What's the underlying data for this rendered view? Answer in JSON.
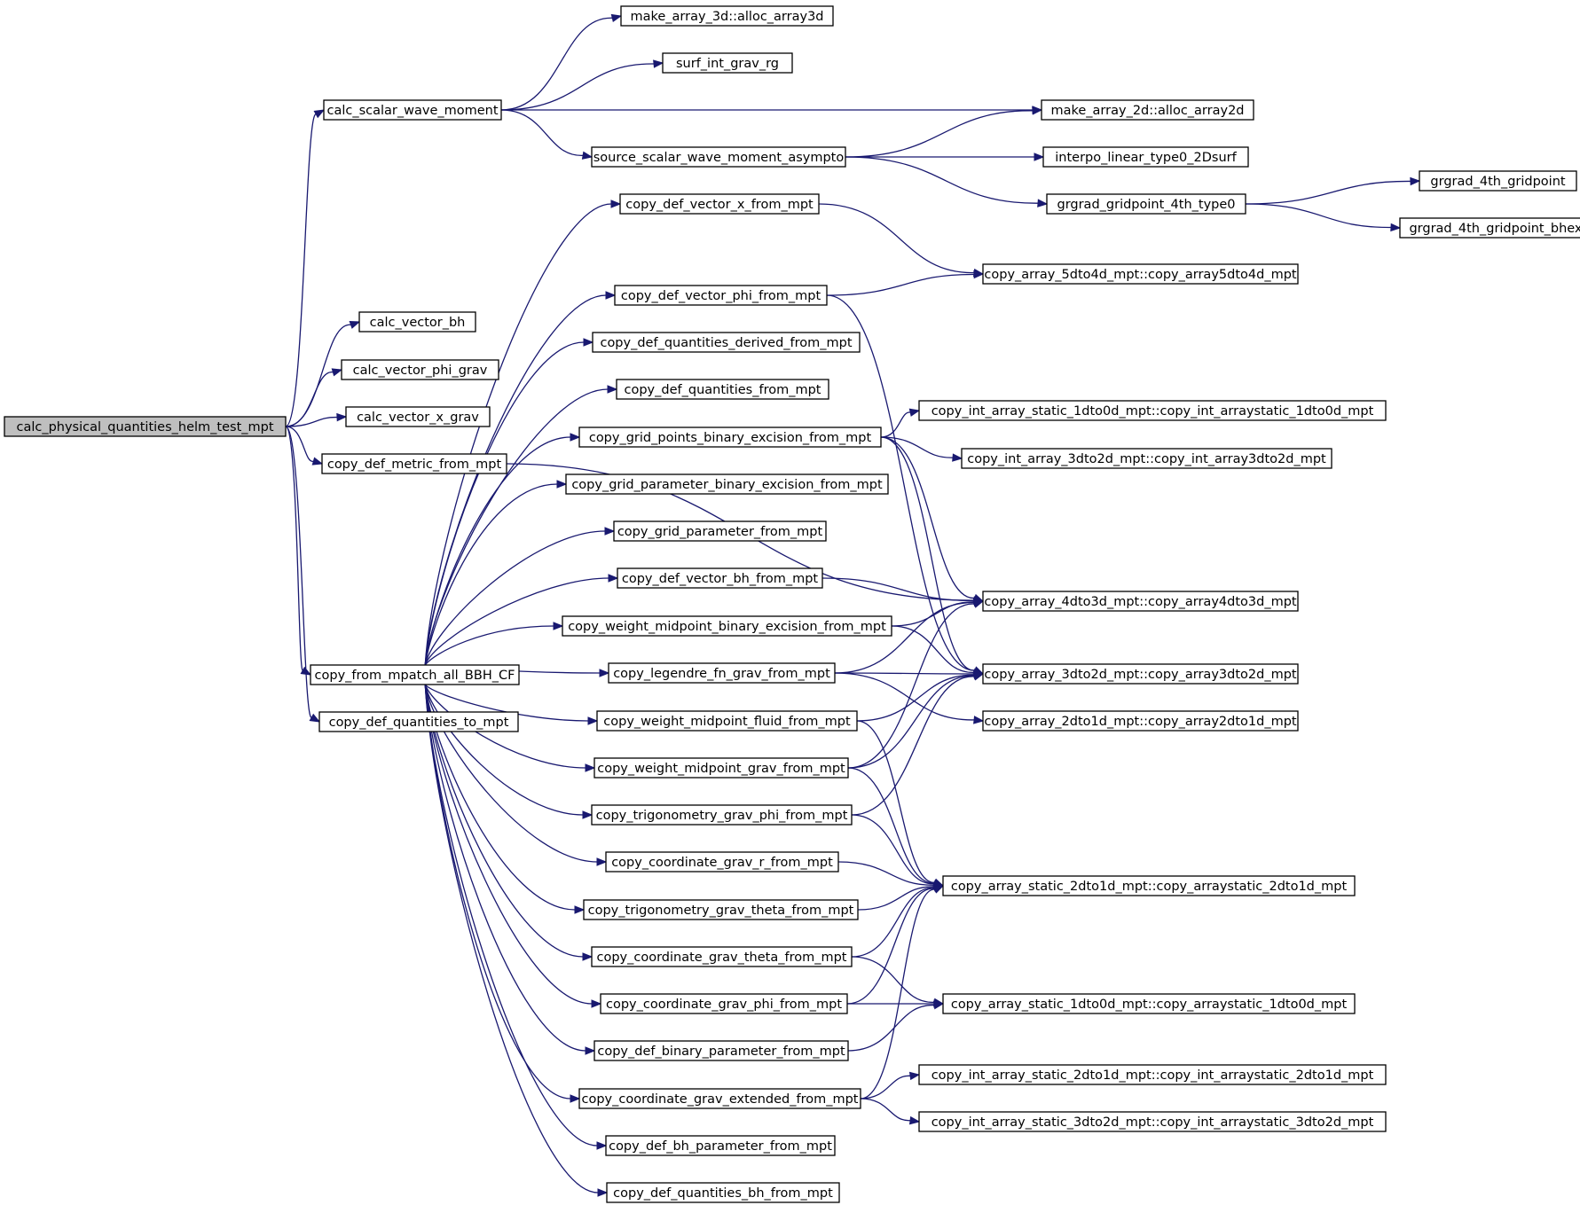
{
  "colors": {
    "edge": "#191970",
    "node_fill": "#ffffff",
    "root_fill": "#bfbfbf",
    "node_border": "#000000"
  },
  "nodes": [
    {
      "id": "n0",
      "label": "calc_physical_quantities_helm_test_mpt",
      "root": true
    },
    {
      "id": "n1",
      "label": "calc_scalar_wave_moment"
    },
    {
      "id": "n2",
      "label": "calc_vector_bh"
    },
    {
      "id": "n3",
      "label": "calc_vector_phi_grav"
    },
    {
      "id": "n4",
      "label": "calc_vector_x_grav"
    },
    {
      "id": "n5",
      "label": "copy_def_metric_from_mpt"
    },
    {
      "id": "n6",
      "label": "copy_from_mpatch_all_BBH_CF"
    },
    {
      "id": "n7",
      "label": "copy_def_quantities_to_mpt"
    },
    {
      "id": "n8",
      "label": "make_array_3d::alloc_array3d"
    },
    {
      "id": "n9",
      "label": "surf_int_grav_rg"
    },
    {
      "id": "n10",
      "label": "make_array_2d::alloc_array2d"
    },
    {
      "id": "n11",
      "label": "source_scalar_wave_moment_asympto"
    },
    {
      "id": "n12",
      "label": "interpo_linear_type0_2Dsurf"
    },
    {
      "id": "n13",
      "label": "grgrad_gridpoint_4th_type0"
    },
    {
      "id": "n14",
      "label": "grgrad_4th_gridpoint"
    },
    {
      "id": "n15",
      "label": "grgrad_4th_gridpoint_bhex"
    },
    {
      "id": "n16",
      "label": "copy_def_vector_x_from_mpt"
    },
    {
      "id": "n17",
      "label": "copy_def_vector_phi_from_mpt"
    },
    {
      "id": "n18",
      "label": "copy_def_quantities_derived_from_mpt"
    },
    {
      "id": "n19",
      "label": "copy_def_quantities_from_mpt"
    },
    {
      "id": "n20",
      "label": "copy_grid_points_binary_excision_from_mpt"
    },
    {
      "id": "n21",
      "label": "copy_grid_parameter_binary_excision_from_mpt"
    },
    {
      "id": "n22",
      "label": "copy_grid_parameter_from_mpt"
    },
    {
      "id": "n23",
      "label": "copy_def_vector_bh_from_mpt"
    },
    {
      "id": "n24",
      "label": "copy_weight_midpoint_binary_excision_from_mpt"
    },
    {
      "id": "n25",
      "label": "copy_legendre_fn_grav_from_mpt"
    },
    {
      "id": "n26",
      "label": "copy_weight_midpoint_fluid_from_mpt"
    },
    {
      "id": "n27",
      "label": "copy_weight_midpoint_grav_from_mpt"
    },
    {
      "id": "n28",
      "label": "copy_trigonometry_grav_phi_from_mpt"
    },
    {
      "id": "n29",
      "label": "copy_coordinate_grav_r_from_mpt"
    },
    {
      "id": "n30",
      "label": "copy_trigonometry_grav_theta_from_mpt"
    },
    {
      "id": "n31",
      "label": "copy_coordinate_grav_theta_from_mpt"
    },
    {
      "id": "n32",
      "label": "copy_coordinate_grav_phi_from_mpt"
    },
    {
      "id": "n33",
      "label": "copy_def_binary_parameter_from_mpt"
    },
    {
      "id": "n34",
      "label": "copy_coordinate_grav_extended_from_mpt"
    },
    {
      "id": "n35",
      "label": "copy_def_bh_parameter_from_mpt"
    },
    {
      "id": "n36",
      "label": "copy_def_quantities_bh_from_mpt"
    },
    {
      "id": "n37",
      "label": "copy_array_5dto4d_mpt::copy_array5dto4d_mpt"
    },
    {
      "id": "n38",
      "label": "copy_int_array_static_1dto0d_mpt::copy_int_arraystatic_1dto0d_mpt"
    },
    {
      "id": "n39",
      "label": "copy_int_array_3dto2d_mpt::copy_int_array3dto2d_mpt"
    },
    {
      "id": "n40",
      "label": "copy_array_4dto3d_mpt::copy_array4dto3d_mpt"
    },
    {
      "id": "n41",
      "label": "copy_array_3dto2d_mpt::copy_array3dto2d_mpt"
    },
    {
      "id": "n42",
      "label": "copy_array_2dto1d_mpt::copy_array2dto1d_mpt"
    },
    {
      "id": "n43",
      "label": "copy_array_static_2dto1d_mpt::copy_arraystatic_2dto1d_mpt"
    },
    {
      "id": "n44",
      "label": "copy_array_static_1dto0d_mpt::copy_arraystatic_1dto0d_mpt"
    },
    {
      "id": "n45",
      "label": "copy_int_array_static_2dto1d_mpt::copy_int_arraystatic_2dto1d_mpt"
    },
    {
      "id": "n46",
      "label": "copy_int_array_static_3dto2d_mpt::copy_int_arraystatic_3dto2d_mpt"
    }
  ],
  "edges": [
    [
      "n0",
      "n1"
    ],
    [
      "n0",
      "n2"
    ],
    [
      "n0",
      "n3"
    ],
    [
      "n0",
      "n4"
    ],
    [
      "n0",
      "n5"
    ],
    [
      "n0",
      "n6"
    ],
    [
      "n0",
      "n7"
    ],
    [
      "n1",
      "n8"
    ],
    [
      "n1",
      "n9"
    ],
    [
      "n1",
      "n10"
    ],
    [
      "n1",
      "n11"
    ],
    [
      "n11",
      "n10"
    ],
    [
      "n11",
      "n12"
    ],
    [
      "n11",
      "n13"
    ],
    [
      "n13",
      "n14"
    ],
    [
      "n13",
      "n15"
    ],
    [
      "n5",
      "n40"
    ],
    [
      "n6",
      "n16"
    ],
    [
      "n6",
      "n17"
    ],
    [
      "n6",
      "n18"
    ],
    [
      "n6",
      "n19"
    ],
    [
      "n6",
      "n20"
    ],
    [
      "n6",
      "n21"
    ],
    [
      "n6",
      "n22"
    ],
    [
      "n6",
      "n23"
    ],
    [
      "n6",
      "n24"
    ],
    [
      "n6",
      "n25"
    ],
    [
      "n6",
      "n26"
    ],
    [
      "n6",
      "n27"
    ],
    [
      "n6",
      "n28"
    ],
    [
      "n6",
      "n29"
    ],
    [
      "n6",
      "n30"
    ],
    [
      "n6",
      "n31"
    ],
    [
      "n6",
      "n32"
    ],
    [
      "n6",
      "n33"
    ],
    [
      "n6",
      "n34"
    ],
    [
      "n6",
      "n35"
    ],
    [
      "n6",
      "n36"
    ],
    [
      "n16",
      "n37"
    ],
    [
      "n17",
      "n37"
    ],
    [
      "n17",
      "n41"
    ],
    [
      "n20",
      "n38"
    ],
    [
      "n20",
      "n39"
    ],
    [
      "n20",
      "n40"
    ],
    [
      "n20",
      "n41"
    ],
    [
      "n23",
      "n40"
    ],
    [
      "n24",
      "n40"
    ],
    [
      "n24",
      "n41"
    ],
    [
      "n25",
      "n40"
    ],
    [
      "n25",
      "n41"
    ],
    [
      "n25",
      "n42"
    ],
    [
      "n26",
      "n41"
    ],
    [
      "n26",
      "n43"
    ],
    [
      "n27",
      "n40"
    ],
    [
      "n27",
      "n41"
    ],
    [
      "n27",
      "n43"
    ],
    [
      "n28",
      "n41"
    ],
    [
      "n28",
      "n43"
    ],
    [
      "n29",
      "n43"
    ],
    [
      "n30",
      "n43"
    ],
    [
      "n31",
      "n43"
    ],
    [
      "n31",
      "n44"
    ],
    [
      "n32",
      "n43"
    ],
    [
      "n32",
      "n44"
    ],
    [
      "n33",
      "n44"
    ],
    [
      "n34",
      "n43"
    ],
    [
      "n34",
      "n45"
    ],
    [
      "n34",
      "n46"
    ]
  ]
}
